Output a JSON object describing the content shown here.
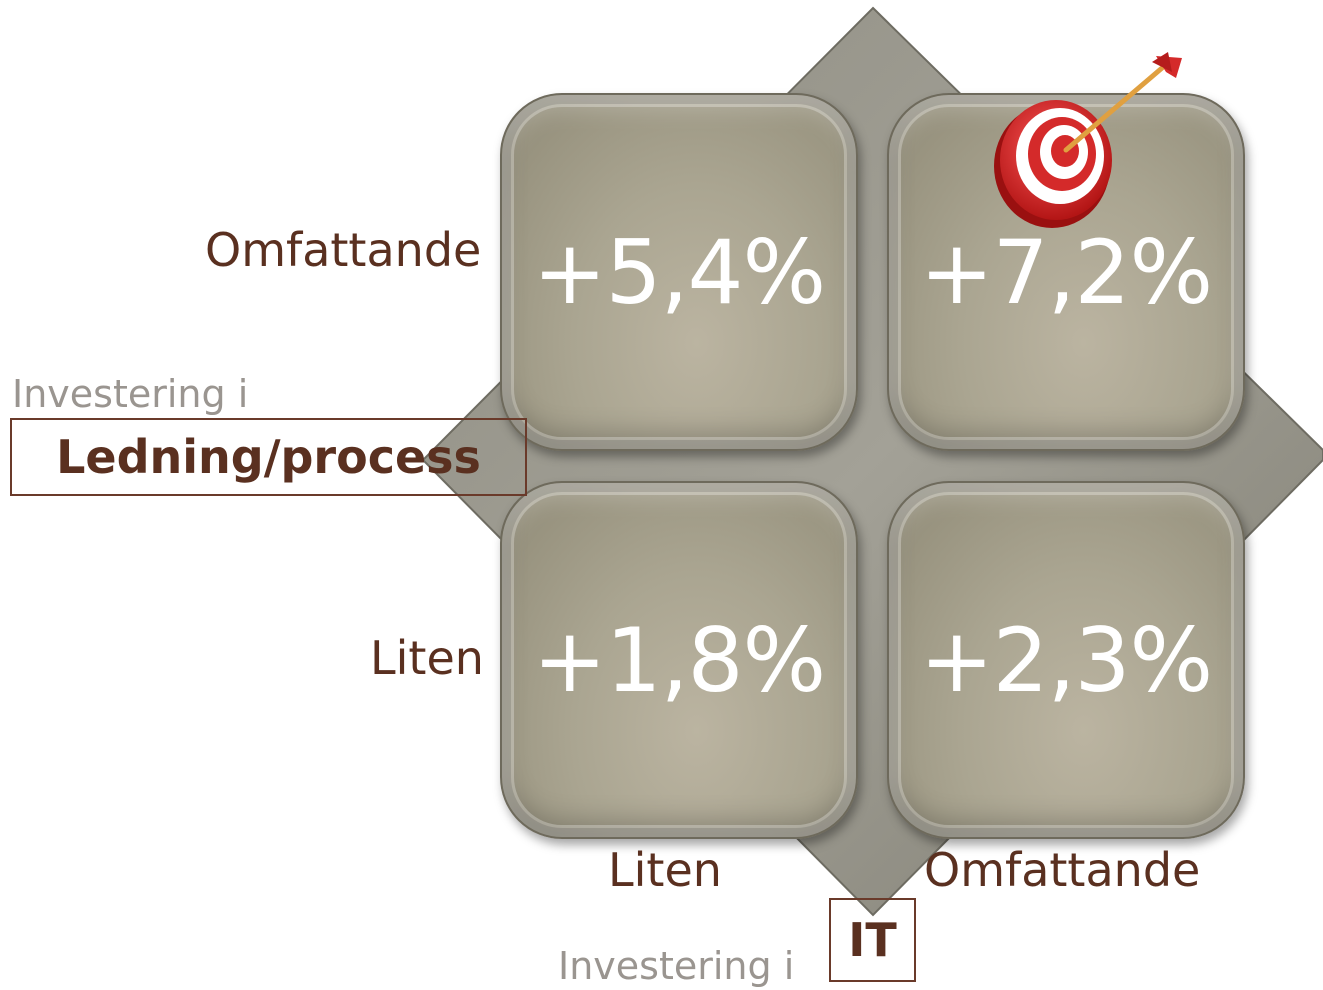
{
  "y_axis": {
    "prefix": "Investering i",
    "title": "Ledning/process",
    "levels": [
      "Omfattande",
      "Liten"
    ]
  },
  "x_axis": {
    "prefix": "Investering i",
    "title": "IT",
    "levels": [
      "Liten",
      "Omfattande"
    ]
  },
  "cells": {
    "top_left": "+5,4%",
    "top_right": "+7,2%",
    "bottom_left": "+1,8%",
    "bottom_right": "+2,3%"
  },
  "colors": {
    "tile": "#aaa591",
    "diamond": "#8d8b80",
    "label_text": "#5a3020",
    "prefix_text": "#9a9590",
    "target_red": "#d42a2a"
  },
  "icons": {
    "highlight": "target-with-arrow-icon"
  }
}
